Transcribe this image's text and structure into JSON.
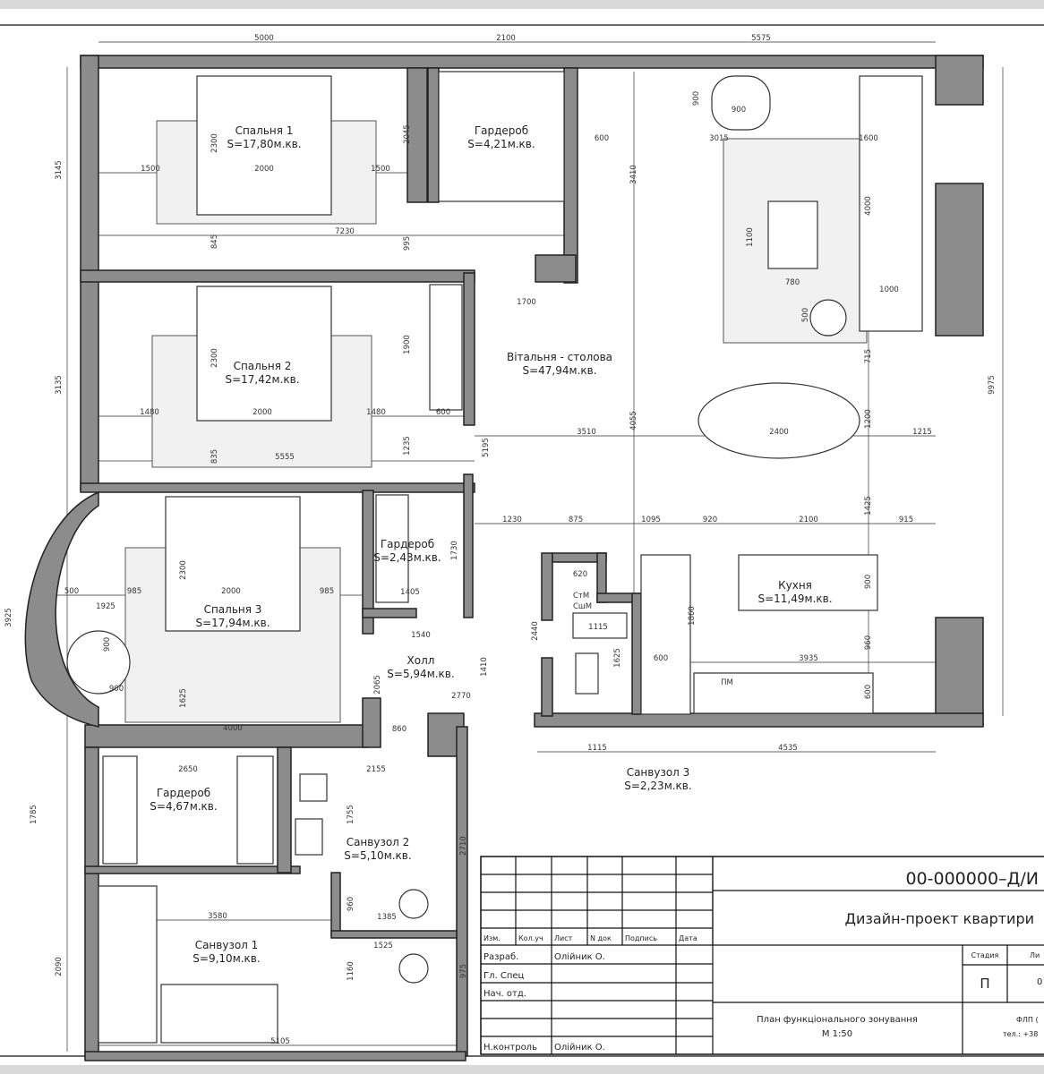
{
  "rooms": [
    {
      "name": "Спальня 1",
      "area": "S=17,80м.кв."
    },
    {
      "name": "Гардероб",
      "area": "S=4,21м.кв."
    },
    {
      "name": "Спальня 2",
      "area": "S=17,42м.кв."
    },
    {
      "name": "Вітальня - столова",
      "area": "S=47,94м.кв."
    },
    {
      "name": "Спальня 3",
      "area": "S=17,94м.кв."
    },
    {
      "name": "Гардероб",
      "area": "S=2,43м.кв."
    },
    {
      "name": "Холл",
      "area": "S=5,94м.кв."
    },
    {
      "name": "Кухня",
      "area": "S=11,49м.кв."
    },
    {
      "name": "Санвузол 3",
      "area": "S=2,23м.кв."
    },
    {
      "name": "Гардероб",
      "area": "S=4,67м.кв."
    },
    {
      "name": "Санвузол 2",
      "area": "S=5,10м.кв."
    },
    {
      "name": "Санвузол 1",
      "area": "S=9,10м.кв."
    }
  ],
  "appliance_labels": [
    "СтМ",
    "СшМ",
    "ПМ"
  ],
  "dimensions": [
    "5000",
    "2100",
    "5575",
    "3145",
    "3135",
    "3925",
    "1785",
    "2090",
    "9975",
    "2300",
    "1500",
    "2000",
    "1500",
    "7230",
    "845",
    "995",
    "2045",
    "600",
    "3410",
    "3015",
    "900",
    "900",
    "1600",
    "4000",
    "1100",
    "780",
    "1000",
    "500",
    "715",
    "1700",
    "1900",
    "2300",
    "1480",
    "2000",
    "1480",
    "600",
    "835",
    "5555",
    "1235",
    "5195",
    "3510",
    "4055",
    "2400",
    "1200",
    "1215",
    "1230",
    "875",
    "1095",
    "920",
    "2100",
    "915",
    "1425",
    "900",
    "960",
    "3935",
    "600",
    "1860",
    "2300",
    "985",
    "2000",
    "985",
    "500",
    "1925",
    "900",
    "900",
    "1625",
    "4000",
    "1730",
    "1405",
    "1540",
    "2065",
    "1410",
    "2770",
    "860",
    "2440",
    "620",
    "1115",
    "1625",
    "600",
    "1115",
    "4535",
    "2650",
    "2155",
    "1755",
    "2710",
    "960",
    "1385",
    "3580",
    "1525",
    "1160",
    "975",
    "5105"
  ],
  "title_block": {
    "code": "00-000000–Д/И",
    "project": "Дизайн-проект квартири",
    "headers": [
      "Изм.",
      "Кол.уч",
      "Лист",
      "N док",
      "Подпись",
      "Дата"
    ],
    "rows": [
      {
        "role": "Разраб.",
        "name": "Олійник О."
      },
      {
        "role": "Гл. Спец",
        "name": ""
      },
      {
        "role": "Нач. отд.",
        "name": ""
      },
      {
        "role": "Н.контроль",
        "name": "Олійник О."
      }
    ],
    "stage_label": "Стадия",
    "sheet_label": "Ли",
    "stage_value": "П",
    "sheet_value": "0",
    "sheet_title": "План функціонального зонування",
    "scale": "М 1:50",
    "company": "ФЛП (",
    "phone": "тел.: +38"
  },
  "colors": {
    "wall": "#8c8c8c",
    "line": "#222222",
    "sockets": "#d9363e"
  }
}
